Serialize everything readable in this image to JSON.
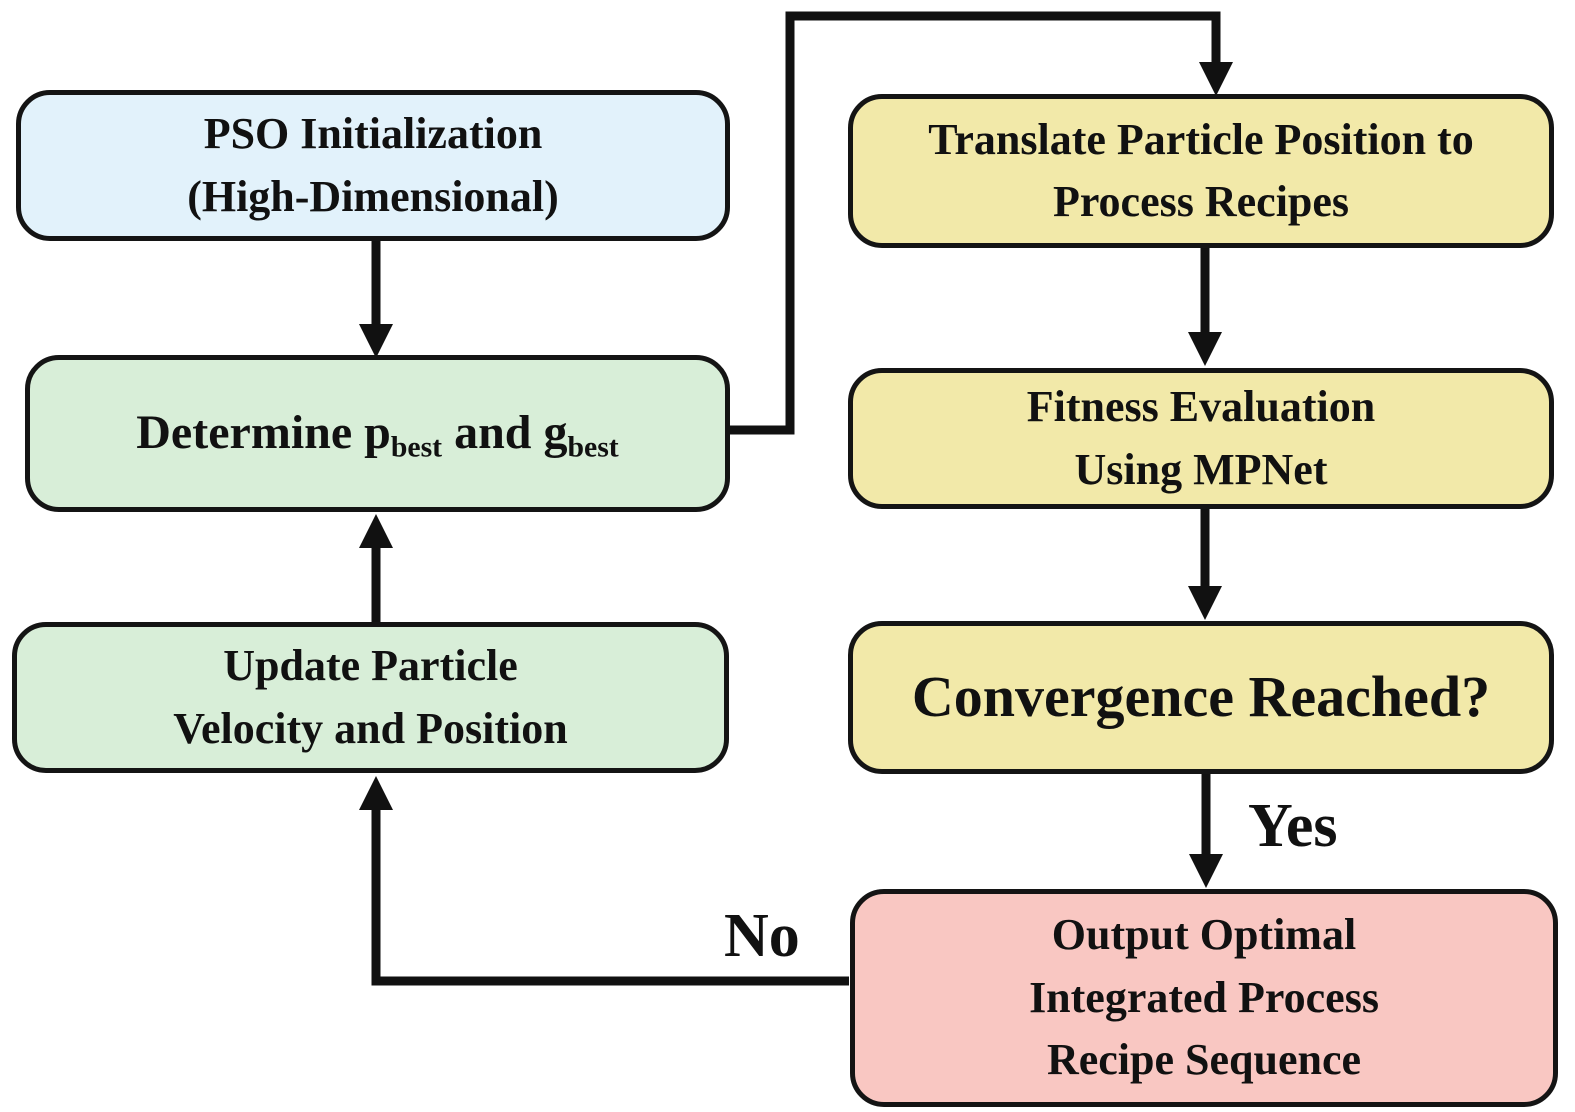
{
  "nodes": {
    "pso_init": {
      "lines": [
        "PSO Initialization",
        "(High-Dimensional)"
      ],
      "fill": "#e2f2fb"
    },
    "determine_best": {
      "t1": "Determine p",
      "sub1": "best",
      "t2": " and g",
      "sub2": "best",
      "fill": "#d8eed8"
    },
    "update_particle": {
      "lines": [
        "Update Particle",
        "Velocity and Position"
      ],
      "fill": "#d8eed8"
    },
    "translate_position": {
      "lines": [
        "Translate Particle Position to",
        "Process Recipes"
      ],
      "fill": "#f2e9a9"
    },
    "fitness_evaluation": {
      "lines": [
        "Fitness Evaluation",
        "Using MPNet"
      ],
      "fill": "#f2e9a9"
    },
    "convergence": {
      "label": "Convergence Reached?",
      "fill": "#f2e9a9"
    },
    "output_recipe": {
      "lines": [
        "Output Optimal",
        "Integrated Process",
        "Recipe Sequence"
      ],
      "fill": "#f9c7c2"
    }
  },
  "edges": {
    "yes_label": "Yes",
    "no_label": "No"
  },
  "colors": {
    "line": "#111111",
    "node_border": "#141414",
    "background": "#ffffff",
    "blue_fill": "#e2f2fb",
    "green_fill": "#d8eed8",
    "yellow_fill": "#f2e9a9",
    "red_fill": "#f9c7c2"
  }
}
